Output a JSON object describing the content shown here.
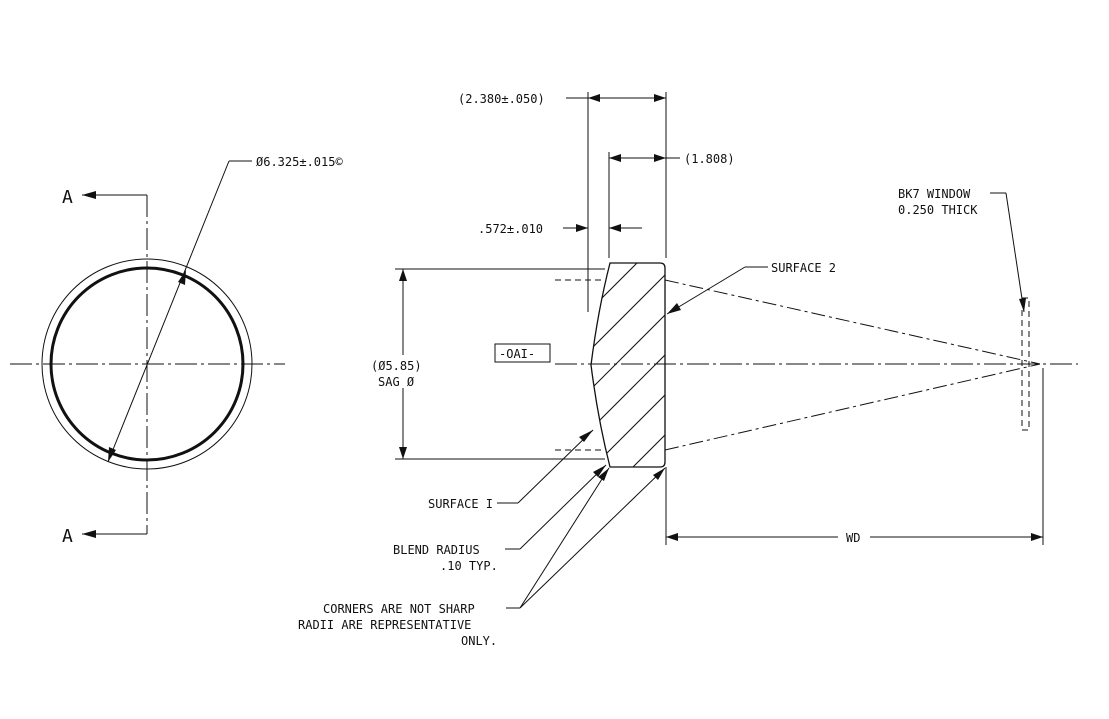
{
  "labels": {
    "section_marker_top": "A",
    "section_marker_bottom": "A",
    "outer_diameter": "Ø6.325±.015©",
    "overall_thickness": "(2.380±.050)",
    "edge_thickness": "(1.808)",
    "sag_depth": ".572±.010",
    "sag_diameter_value": "(Ø5.85)",
    "sag_diameter_label": "SAG Ø",
    "datum": "-OAI-",
    "surface_2": "SURFACE 2",
    "window_line1": "BK7 WINDOW",
    "window_line2": "0.250 THICK",
    "surface_1": "SURFACE I",
    "blend_line1": "BLEND  RADIUS",
    "blend_line2": ".10 TYP.",
    "corners_line1": "CORNERS ARE NOT SHARP",
    "corners_line2": "RADII ARE REPRESENTATIVE",
    "corners_line3": "ONLY.",
    "working_distance": "WD"
  }
}
